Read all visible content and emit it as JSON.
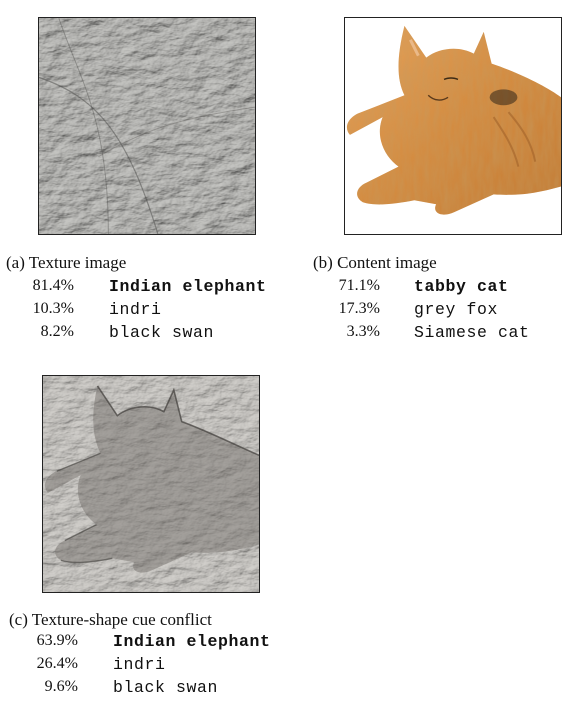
{
  "panels": [
    {
      "caption": "(a) Texture image",
      "image_subject": "elephant-skin-texture",
      "predictions": [
        {
          "percent": "81.4%",
          "label": "Indian elephant"
        },
        {
          "percent": "10.3%",
          "label": "indri"
        },
        {
          "percent": "8.2%",
          "label": "black swan"
        }
      ]
    },
    {
      "caption": "(b) Content image",
      "image_subject": "tabby-cat-photo",
      "predictions": [
        {
          "percent": "71.1%",
          "label": "tabby cat"
        },
        {
          "percent": "17.3%",
          "label": "grey fox"
        },
        {
          "percent": "3.3%",
          "label": "Siamese cat"
        }
      ]
    },
    {
      "caption": "(c) Texture-shape cue conflict",
      "image_subject": "cat-with-elephant-texture",
      "predictions": [
        {
          "percent": "63.9%",
          "label": "Indian elephant"
        },
        {
          "percent": "26.4%",
          "label": "indri"
        },
        {
          "percent": "9.6%",
          "label": "black swan"
        }
      ]
    }
  ]
}
